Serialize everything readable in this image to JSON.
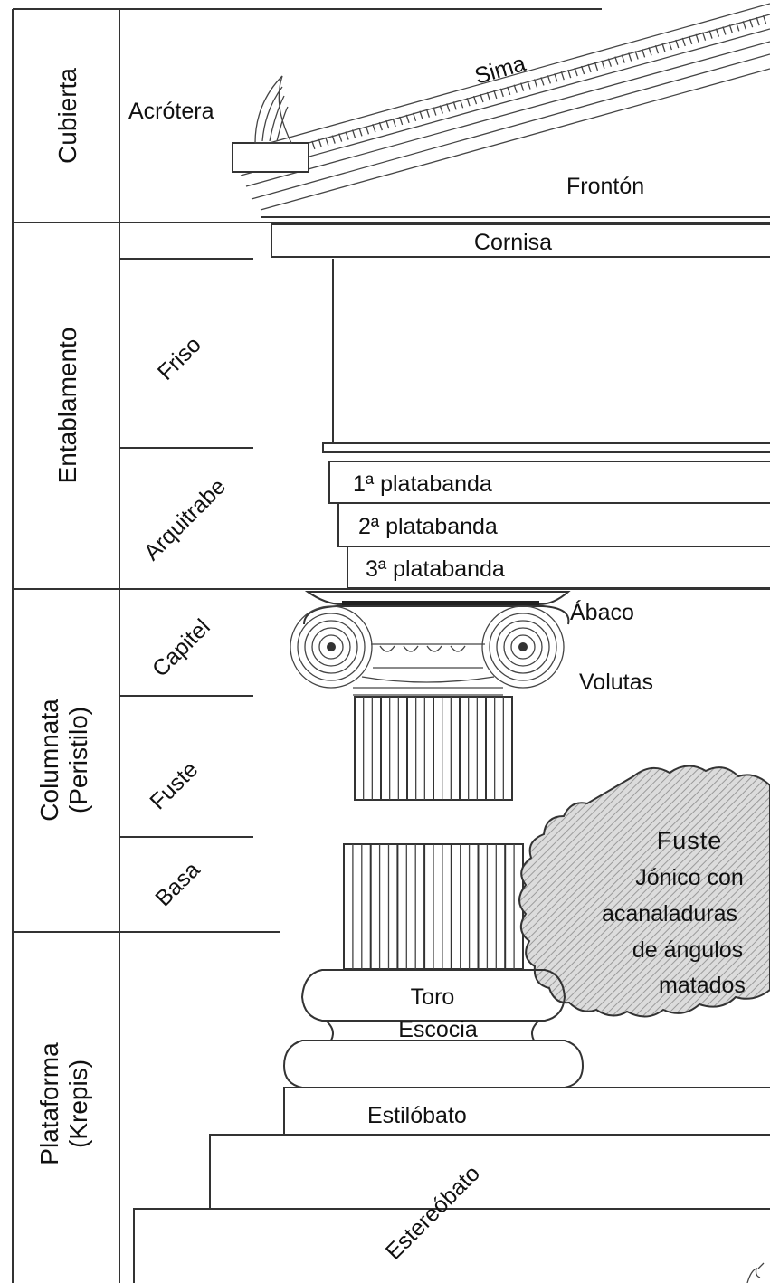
{
  "sections": [
    {
      "key": "cubierta",
      "label": "Cubierta"
    },
    {
      "key": "entablamento",
      "label": "Entablamento"
    },
    {
      "key": "columnata",
      "label": "Columnata",
      "label2": "(Peristilo)"
    },
    {
      "key": "plataforma",
      "label": "Plataforma",
      "label2": "(Krepis)"
    }
  ],
  "subsections": {
    "friso": "Friso",
    "arquitrabe": "Arquitrabe",
    "capitel": "Capitel",
    "fuste": "Fuste",
    "basa": "Basa"
  },
  "parts": {
    "sima": "Sima",
    "acrotera": "Acrótera",
    "fronton": "Frontón",
    "cornisa": "Cornisa",
    "platabanda_1": "1ª platabanda",
    "platabanda_2": "2ª platabanda",
    "platabanda_3": "3ª platabanda",
    "abaco": "Ábaco",
    "volutas": "Volutas",
    "toro": "Toro",
    "escocia": "Escocia",
    "estilobato": "Estilóbato",
    "estereobato": "Estereóbato"
  },
  "callout": {
    "title": "Fuste",
    "lines": [
      "Jónico con",
      "acanaladuras",
      "de ángulos",
      "matados"
    ],
    "fill": "#d6d6d6"
  },
  "colors": {
    "line": "#333333",
    "text": "#111111",
    "background": "#ffffff"
  }
}
